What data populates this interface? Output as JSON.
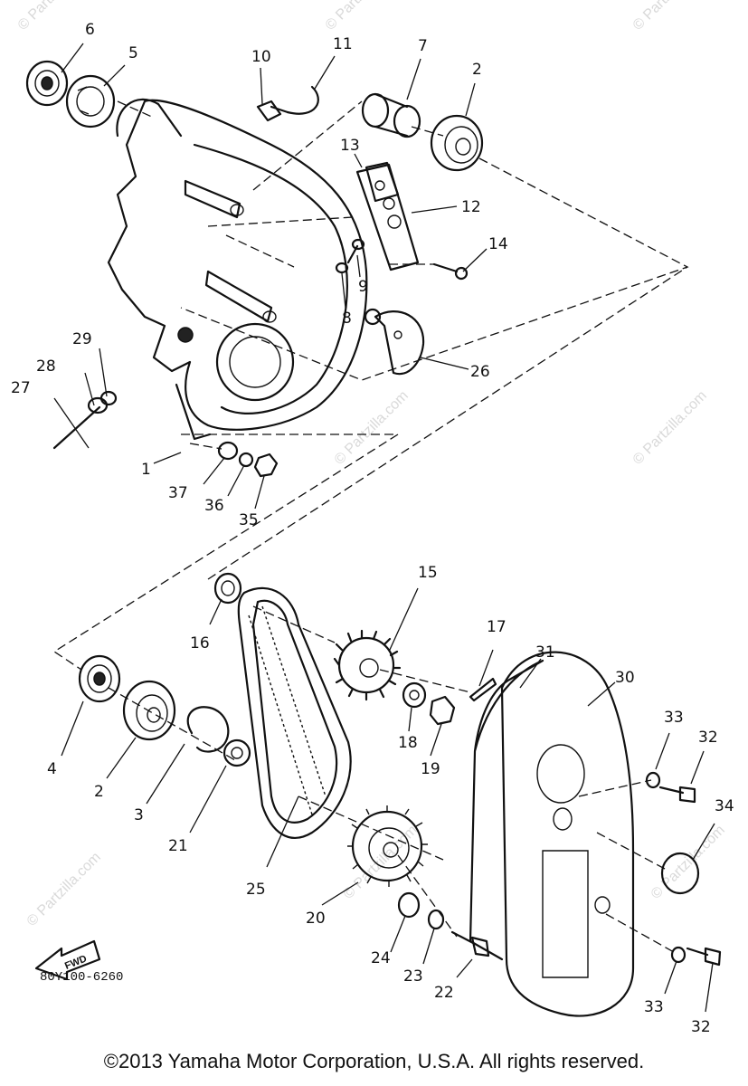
{
  "diagram_code": "80Y100-6260",
  "copyright": "©2013 Yamaha Motor Corporation, U.S.A. All rights reserved.",
  "watermark": "© Partzilla.com",
  "fwd_label": "FWD",
  "callouts": {
    "p1": "1",
    "p2a": "2",
    "p2b": "2",
    "p3": "3",
    "p4": "4",
    "p5": "5",
    "p6": "6",
    "p7": "7",
    "p8": "8",
    "p9": "9",
    "p10": "10",
    "p11": "11",
    "p12": "12",
    "p13": "13",
    "p14": "14",
    "p15": "15",
    "p16": "16",
    "p17": "17",
    "p18": "18",
    "p19": "19",
    "p20": "20",
    "p21": "21",
    "p22": "22",
    "p23": "23",
    "p24": "24",
    "p25": "25",
    "p26": "26",
    "p27": "27",
    "p28": "28",
    "p29": "29",
    "p30": "30",
    "p31": "31",
    "p32a": "32",
    "p32b": "32",
    "p33a": "33",
    "p33b": "33",
    "p34": "34",
    "p35": "35",
    "p36": "36",
    "p37": "37"
  }
}
